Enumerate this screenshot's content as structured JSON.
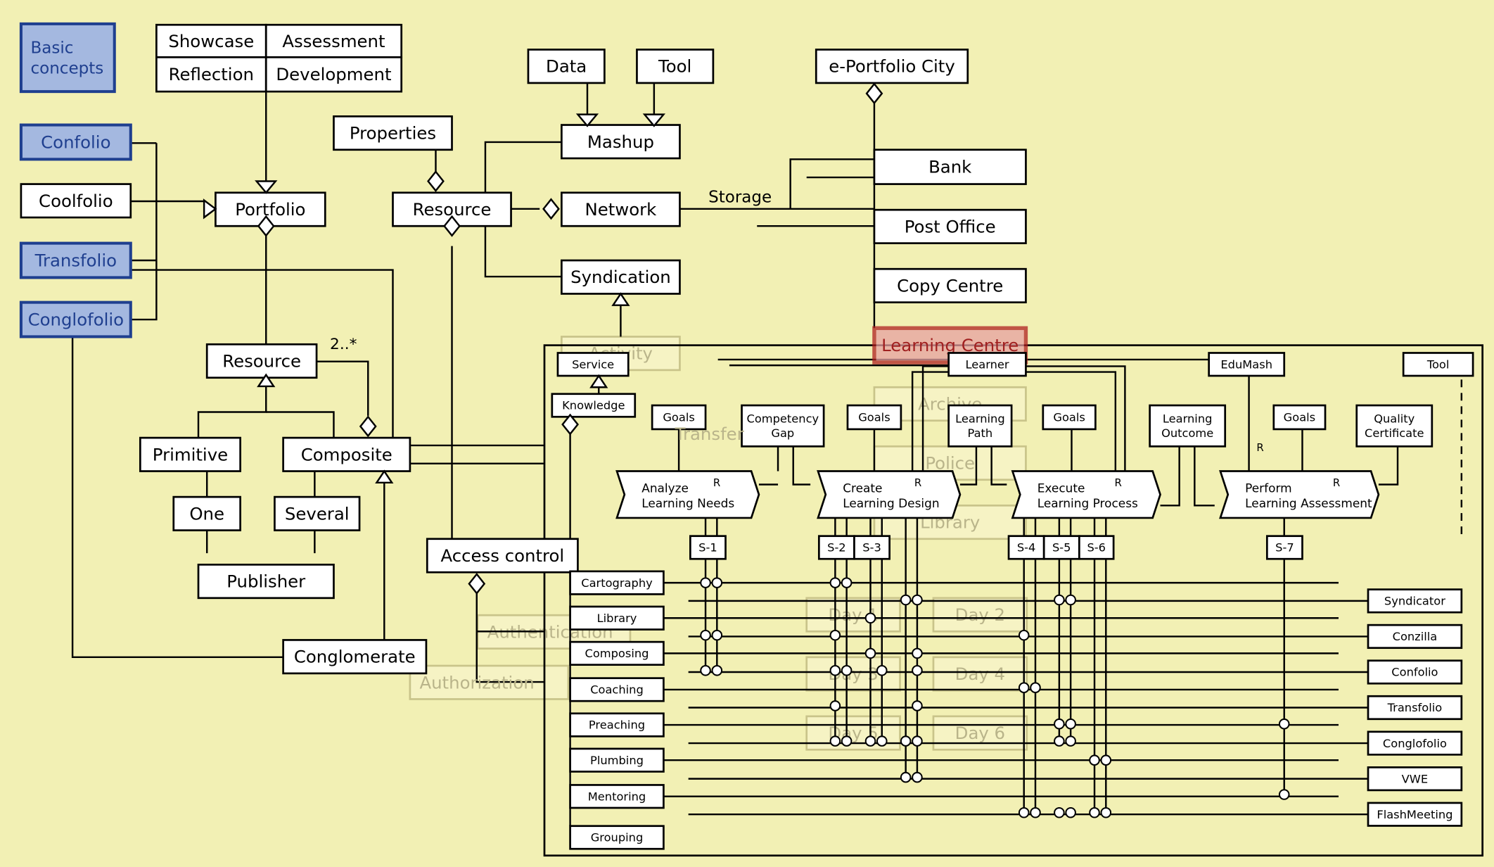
{
  "colors": {
    "background": "#f2f0b4",
    "concept_fill": "#a4b8e0",
    "concept_stroke": "#1f3f8f",
    "highlight": "#b02020"
  },
  "nodes": {
    "basic": {
      "lines": [
        "Basic",
        "concepts"
      ]
    },
    "confolio": {
      "lines": [
        "Confolio"
      ]
    },
    "coolfolio": {
      "lines": [
        "Coolfolio"
      ]
    },
    "transfolio": {
      "lines": [
        "Transfolio"
      ]
    },
    "conglofolio": {
      "lines": [
        "Conglofolio"
      ]
    },
    "showcase": {
      "lines": [
        "Showcase"
      ]
    },
    "assessment": {
      "lines": [
        "Assessment"
      ]
    },
    "reflection": {
      "lines": [
        "Reflection"
      ]
    },
    "development": {
      "lines": [
        "Development"
      ]
    },
    "portfolio": {
      "lines": [
        "Portfolio"
      ]
    },
    "resourceL": {
      "lines": [
        "Resource"
      ]
    },
    "primitive": {
      "lines": [
        "Primitive"
      ]
    },
    "composite": {
      "lines": [
        "Composite"
      ]
    },
    "one": {
      "lines": [
        "One"
      ]
    },
    "several": {
      "lines": [
        "Several"
      ]
    },
    "publisher": {
      "lines": [
        "Publisher"
      ]
    },
    "conglomerate": {
      "lines": [
        "Conglomerate"
      ]
    },
    "properties": {
      "lines": [
        "Properties"
      ]
    },
    "resourceC": {
      "lines": [
        "Resource"
      ]
    },
    "data": {
      "lines": [
        "Data"
      ]
    },
    "tool": {
      "lines": [
        "Tool"
      ]
    },
    "mashup": {
      "lines": [
        "Mashup"
      ]
    },
    "network": {
      "lines": [
        "Network"
      ]
    },
    "syndication": {
      "lines": [
        "Syndication"
      ]
    },
    "activity": {
      "lines": [
        "Activity"
      ]
    },
    "city": {
      "lines": [
        "e-Portfolio City"
      ]
    },
    "bank": {
      "lines": [
        "Bank"
      ]
    },
    "post": {
      "lines": [
        "Post Office"
      ]
    },
    "copy": {
      "lines": [
        "Copy Centre"
      ]
    },
    "learningcentre": {
      "lines": [
        "Learning Centre"
      ]
    },
    "archive": {
      "lines": [
        "Archive"
      ]
    },
    "police": {
      "lines": [
        "Police"
      ]
    },
    "libraryG": {
      "lines": [
        "Library"
      ]
    },
    "day1": {
      "lines": [
        "Day 1"
      ]
    },
    "day2": {
      "lines": [
        "Day 2"
      ]
    },
    "day3": {
      "lines": [
        "Day 3"
      ]
    },
    "day4": {
      "lines": [
        "Day 4"
      ]
    },
    "day5": {
      "lines": [
        "Day 5"
      ]
    },
    "day6": {
      "lines": [
        "Day 6"
      ]
    },
    "access": {
      "lines": [
        "Access control"
      ]
    },
    "authn": {
      "lines": [
        "Authentication"
      ]
    },
    "authz": {
      "lines": [
        "Authorization"
      ]
    },
    "service": {
      "lines": [
        "Service"
      ]
    },
    "knowledge": {
      "lines": [
        "Knowledge"
      ]
    },
    "goals1": {
      "lines": [
        "Goals"
      ]
    },
    "gap": {
      "lines": [
        "Competency",
        "Gap"
      ]
    },
    "goals2": {
      "lines": [
        "Goals"
      ]
    },
    "path": {
      "lines": [
        "Learning",
        "Path"
      ]
    },
    "goals3": {
      "lines": [
        "Goals"
      ]
    },
    "outcome": {
      "lines": [
        "Learning",
        "Outcome"
      ]
    },
    "goals4": {
      "lines": [
        "Goals"
      ]
    },
    "quality": {
      "lines": [
        "Quality",
        "Certificate"
      ]
    },
    "learner": {
      "lines": [
        "Learner"
      ]
    },
    "edumash": {
      "lines": [
        "EduMash"
      ]
    },
    "toolR": {
      "lines": [
        "Tool"
      ]
    },
    "analyze": {
      "lines": [
        "Analyze",
        "Learning Needs"
      ]
    },
    "create": {
      "lines": [
        "Create",
        "Learning Design"
      ]
    },
    "execute": {
      "lines": [
        "Execute",
        "Learning Process"
      ]
    },
    "perform": {
      "lines": [
        "Perform",
        "Learning Assessment"
      ]
    },
    "s1": {
      "lines": [
        "S-1"
      ]
    },
    "s2": {
      "lines": [
        "S-2"
      ]
    },
    "s3": {
      "lines": [
        "S-3"
      ]
    },
    "s4": {
      "lines": [
        "S-4"
      ]
    },
    "s5": {
      "lines": [
        "S-5"
      ]
    },
    "s6": {
      "lines": [
        "S-6"
      ]
    },
    "s7": {
      "lines": [
        "S-7"
      ]
    },
    "cartography": {
      "lines": [
        "Cartography"
      ]
    },
    "library": {
      "lines": [
        "Library"
      ]
    },
    "composing": {
      "lines": [
        "Composing"
      ]
    },
    "coaching": {
      "lines": [
        "Coaching"
      ]
    },
    "preaching": {
      "lines": [
        "Preaching"
      ]
    },
    "plumbing": {
      "lines": [
        "Plumbing"
      ]
    },
    "mentoring": {
      "lines": [
        "Mentoring"
      ]
    },
    "grouping": {
      "lines": [
        "Grouping"
      ]
    },
    "syndicator": {
      "lines": [
        "Syndicator"
      ]
    },
    "conzilla": {
      "lines": [
        "Conzilla"
      ]
    },
    "confolioR": {
      "lines": [
        "Confolio"
      ]
    },
    "transfolioR": {
      "lines": [
        "Transfolio"
      ]
    },
    "conglofolioR": {
      "lines": [
        "Conglofolio"
      ]
    },
    "vwe": {
      "lines": [
        "VWE"
      ]
    },
    "flash": {
      "lines": [
        "FlashMeeting"
      ]
    }
  },
  "labels": {
    "storage": "Storage",
    "multiplicity": "2..*",
    "transfer": "Transfer",
    "r": "R"
  }
}
